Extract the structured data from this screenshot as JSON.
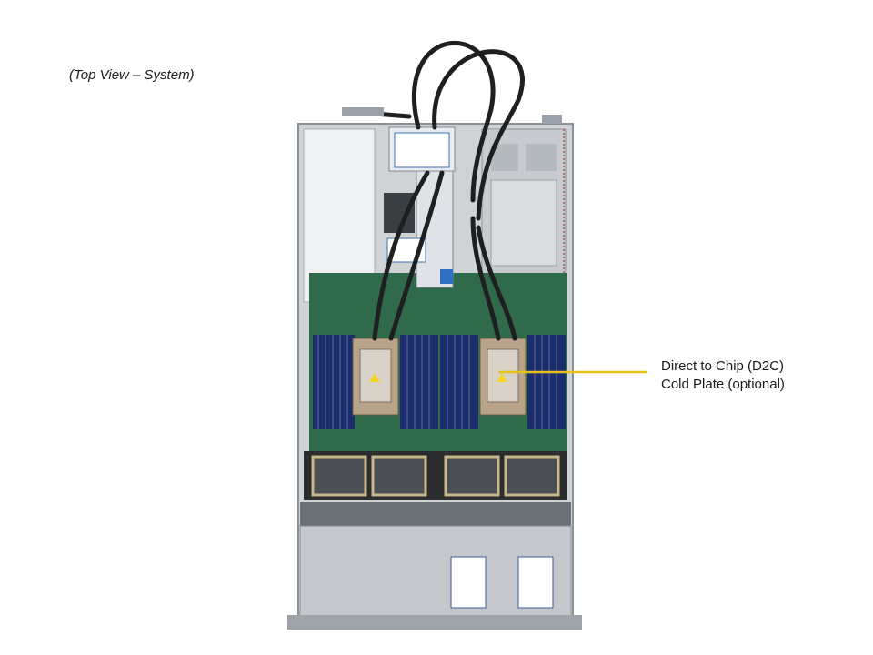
{
  "caption": "(Top View – System)",
  "callout": {
    "line1": "Direct to Chip (D2C)",
    "line2": "Cold Plate (optional)",
    "line_color": "#e8c21a"
  }
}
